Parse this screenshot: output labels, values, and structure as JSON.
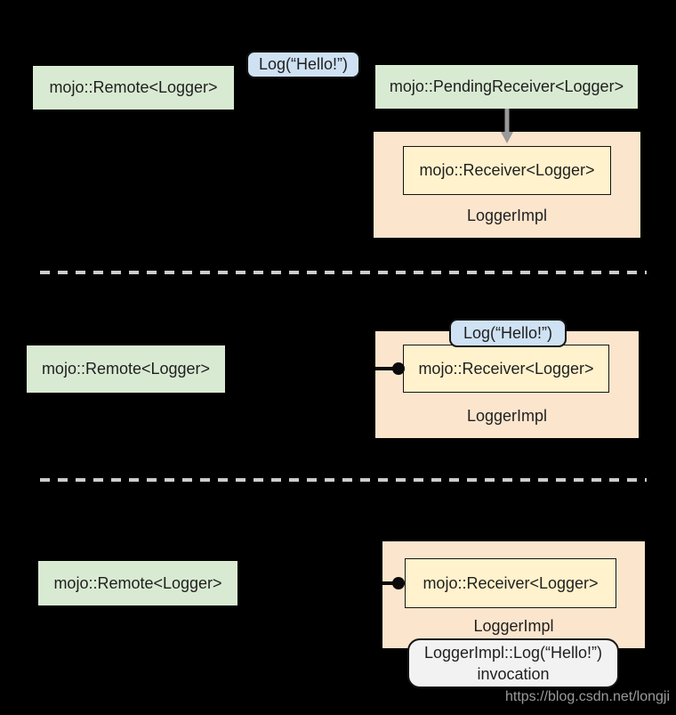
{
  "colors": {
    "bg": "#000000",
    "green": "#d9ead3",
    "orange": "#fce5cd",
    "yellow": "#fff2cc",
    "blue": "#cfe2f3",
    "bubble-gray": "#f2f2f2",
    "dash": "#cccccc",
    "arrow": "#999999",
    "ink": "#1f1f1f",
    "watermark": "#9a9a9a"
  },
  "panel1": {
    "remote": "mojo::Remote<Logger>",
    "log_call": "Log(“Hello!”)",
    "pending_receiver": "mojo::PendingReceiver<Logger>",
    "receiver": "mojo::Receiver<Logger>",
    "impl": "LoggerImpl"
  },
  "panel2": {
    "remote": "mojo::Remote<Logger>",
    "log_call": "Log(“Hello!”)",
    "receiver": "mojo::Receiver<Logger>",
    "impl": "LoggerImpl"
  },
  "panel3": {
    "remote": "mojo::Remote<Logger>",
    "receiver": "mojo::Receiver<Logger>",
    "impl": "LoggerImpl",
    "invocation_line1": "LoggerImpl::Log(“Hello!”)",
    "invocation_line2": "invocation"
  },
  "watermark": "https://blog.csdn.net/longji"
}
